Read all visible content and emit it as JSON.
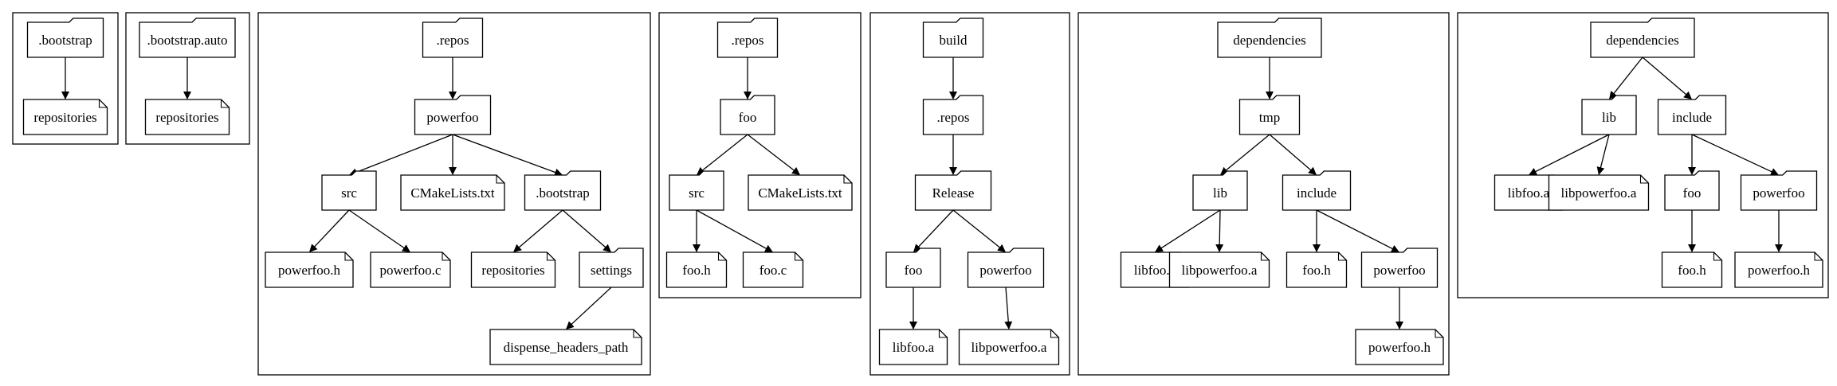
{
  "diagrams": [
    {
      "nodes": [
        {
          "id": "a1",
          "label": ".bootstrap",
          "kind": "folder"
        },
        {
          "id": "a2",
          "label": "repositories",
          "kind": "file"
        }
      ],
      "edges": [
        [
          "a1",
          "a2"
        ]
      ]
    },
    {
      "nodes": [
        {
          "id": "b1",
          "label": ".bootstrap.auto",
          "kind": "folder"
        },
        {
          "id": "b2",
          "label": "repositories",
          "kind": "file"
        }
      ],
      "edges": [
        [
          "b1",
          "b2"
        ]
      ]
    },
    {
      "nodes": [
        {
          "id": "c1",
          "label": ".repos",
          "kind": "folder"
        },
        {
          "id": "c2",
          "label": "powerfoo",
          "kind": "folder"
        },
        {
          "id": "c3",
          "label": "src",
          "kind": "folder"
        },
        {
          "id": "c4",
          "label": "CMakeLists.txt",
          "kind": "file"
        },
        {
          "id": "c5",
          "label": ".bootstrap",
          "kind": "folder"
        },
        {
          "id": "c6",
          "label": "powerfoo.h",
          "kind": "file"
        },
        {
          "id": "c7",
          "label": "powerfoo.c",
          "kind": "file"
        },
        {
          "id": "c8",
          "label": "repositories",
          "kind": "file"
        },
        {
          "id": "c9",
          "label": "settings",
          "kind": "folder"
        },
        {
          "id": "c10",
          "label": "dispense_headers_path",
          "kind": "file"
        }
      ],
      "edges": [
        [
          "c1",
          "c2"
        ],
        [
          "c2",
          "c3"
        ],
        [
          "c2",
          "c4"
        ],
        [
          "c2",
          "c5"
        ],
        [
          "c3",
          "c6"
        ],
        [
          "c3",
          "c7"
        ],
        [
          "c5",
          "c8"
        ],
        [
          "c5",
          "c9"
        ],
        [
          "c9",
          "c10"
        ]
      ]
    },
    {
      "nodes": [
        {
          "id": "d1",
          "label": ".repos",
          "kind": "folder"
        },
        {
          "id": "d2",
          "label": "foo",
          "kind": "folder"
        },
        {
          "id": "d3",
          "label": "src",
          "kind": "folder"
        },
        {
          "id": "d4",
          "label": "CMakeLists.txt",
          "kind": "file"
        },
        {
          "id": "d5",
          "label": "foo.h",
          "kind": "file"
        },
        {
          "id": "d6",
          "label": "foo.c",
          "kind": "file"
        }
      ],
      "edges": [
        [
          "d1",
          "d2"
        ],
        [
          "d2",
          "d3"
        ],
        [
          "d2",
          "d4"
        ],
        [
          "d3",
          "d5"
        ],
        [
          "d3",
          "d6"
        ]
      ]
    },
    {
      "nodes": [
        {
          "id": "e1",
          "label": "build",
          "kind": "folder"
        },
        {
          "id": "e2",
          "label": ".repos",
          "kind": "folder"
        },
        {
          "id": "e3",
          "label": "Release",
          "kind": "folder"
        },
        {
          "id": "e4",
          "label": "foo",
          "kind": "folder"
        },
        {
          "id": "e5",
          "label": "powerfoo",
          "kind": "folder"
        },
        {
          "id": "e6",
          "label": "libfoo.a",
          "kind": "file"
        },
        {
          "id": "e7",
          "label": "libpowerfoo.a",
          "kind": "file"
        }
      ],
      "edges": [
        [
          "e1",
          "e2"
        ],
        [
          "e2",
          "e3"
        ],
        [
          "e3",
          "e4"
        ],
        [
          "e3",
          "e5"
        ],
        [
          "e4",
          "e6"
        ],
        [
          "e5",
          "e7"
        ]
      ]
    },
    {
      "nodes": [
        {
          "id": "f1",
          "label": "dependencies",
          "kind": "folder"
        },
        {
          "id": "f2",
          "label": "tmp",
          "kind": "folder"
        },
        {
          "id": "f3",
          "label": "lib",
          "kind": "folder"
        },
        {
          "id": "f4",
          "label": "include",
          "kind": "folder"
        },
        {
          "id": "f5",
          "label": "libfoo.a",
          "kind": "file"
        },
        {
          "id": "f6",
          "label": "libpowerfoo.a",
          "kind": "file"
        },
        {
          "id": "f7",
          "label": "foo.h",
          "kind": "file"
        },
        {
          "id": "f8",
          "label": "powerfoo",
          "kind": "folder"
        },
        {
          "id": "f9",
          "label": "powerfoo.h",
          "kind": "file"
        }
      ],
      "edges": [
        [
          "f1",
          "f2"
        ],
        [
          "f2",
          "f3"
        ],
        [
          "f2",
          "f4"
        ],
        [
          "f3",
          "f5"
        ],
        [
          "f3",
          "f6"
        ],
        [
          "f4",
          "f7"
        ],
        [
          "f4",
          "f8"
        ],
        [
          "f8",
          "f9"
        ]
      ]
    },
    {
      "nodes": [
        {
          "id": "g1",
          "label": "dependencies",
          "kind": "folder"
        },
        {
          "id": "g2",
          "label": "lib",
          "kind": "folder"
        },
        {
          "id": "g3",
          "label": "include",
          "kind": "folder"
        },
        {
          "id": "g4",
          "label": "libfoo.a",
          "kind": "file"
        },
        {
          "id": "g5",
          "label": "libpowerfoo.a",
          "kind": "file"
        },
        {
          "id": "g6",
          "label": "foo",
          "kind": "folder"
        },
        {
          "id": "g7",
          "label": "powerfoo",
          "kind": "folder"
        },
        {
          "id": "g8",
          "label": "foo.h",
          "kind": "file"
        },
        {
          "id": "g9",
          "label": "powerfoo.h",
          "kind": "file"
        }
      ],
      "edges": [
        [
          "g1",
          "g2"
        ],
        [
          "g1",
          "g3"
        ],
        [
          "g2",
          "g4"
        ],
        [
          "g2",
          "g5"
        ],
        [
          "g3",
          "g6"
        ],
        [
          "g3",
          "g7"
        ],
        [
          "g6",
          "g8"
        ],
        [
          "g7",
          "g9"
        ]
      ]
    }
  ]
}
